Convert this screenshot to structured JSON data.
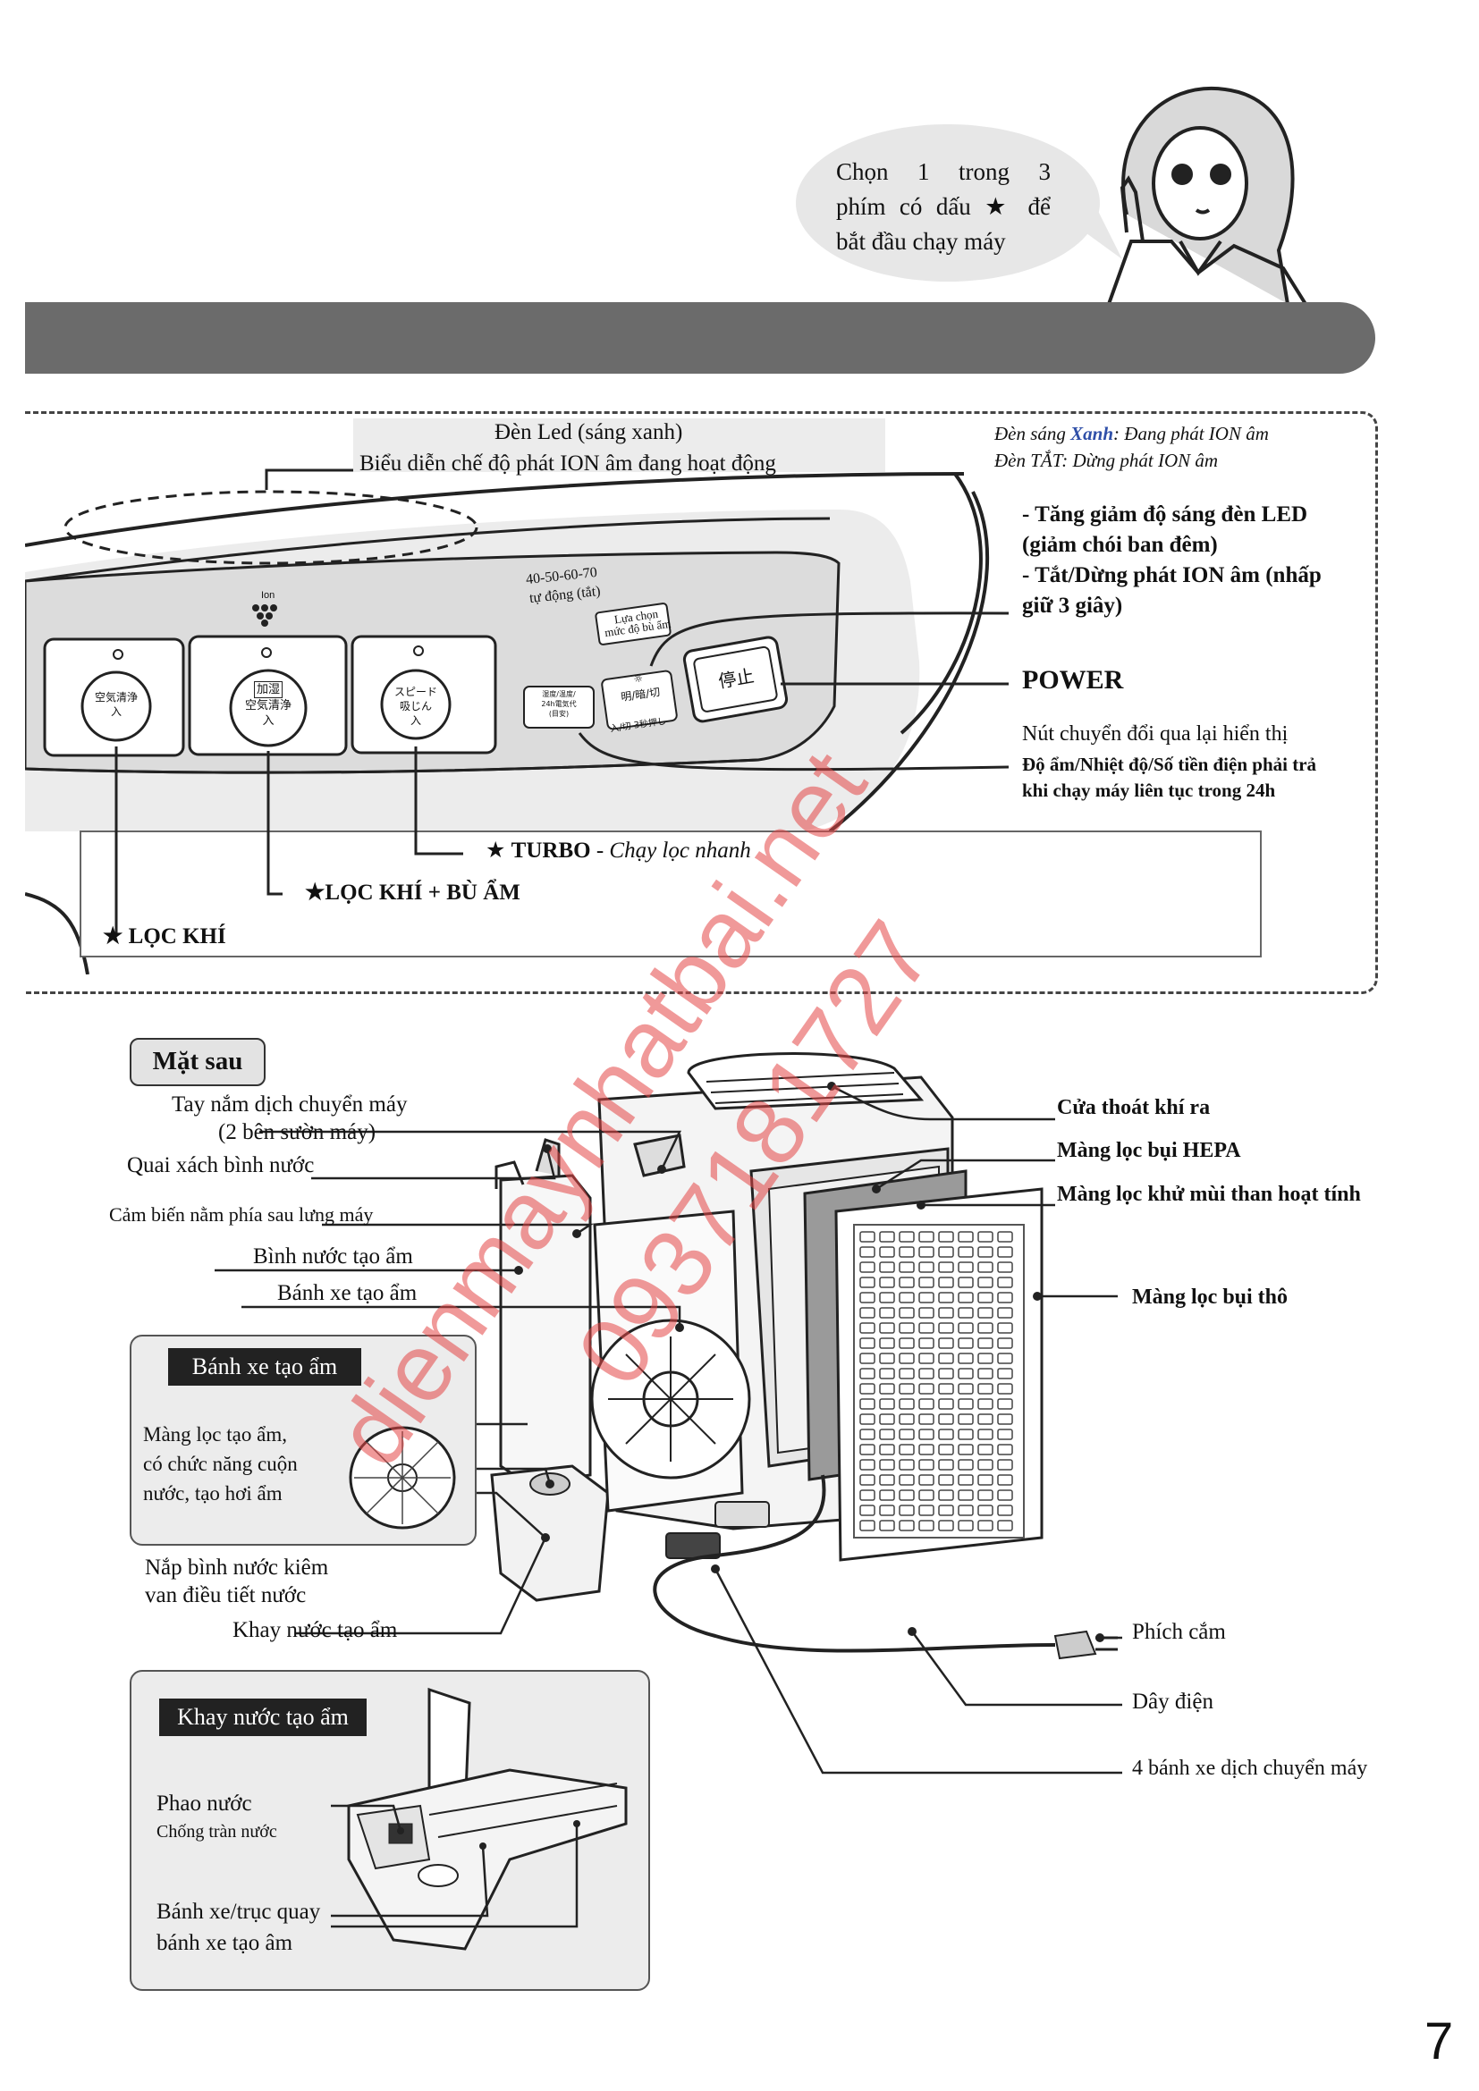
{
  "speech_bubble": {
    "line1": "Chọn 1 trong 3",
    "line2": "phím có dấu ★ để",
    "line3": "bắt đầu chạy máy"
  },
  "control_panel": {
    "led_label_line1": "Đèn Led (sáng xanh)",
    "led_label_line2": "Biểu diễn chế độ phát ION âm đang hoạt động",
    "ion_note_line1_prefix": "Đèn sáng ",
    "ion_note_line1_color": "Xanh",
    "ion_note_line1_suffix": ": Đang phát ION âm",
    "ion_note_line2": "Đèn TẮT: Dừng phát ION âm",
    "brightness_line1": "- Tăng giảm độ sáng đèn LED",
    "brightness_line2": "(giảm chói ban đêm)",
    "brightness_line3": "- Tắt/Dừng phát ION âm (nhấp",
    "brightness_line4": "giữ 3 giây)",
    "power_label": "POWER",
    "display_line1": "Nút chuyển đổi qua lại hiển thị",
    "display_line2": "Độ ẩm/Nhiệt độ/Số tiền điện phải trả",
    "display_line3": "khi chạy máy liên tục trong 24h",
    "humidity_values": "40-50-60-70",
    "humidity_auto": "tự động (tắt)",
    "humidity_select_line1": "Lựa chọn",
    "humidity_select_line2": "mức độ bù ẩm",
    "ion_symbol_label": "Ion",
    "btn1_jp_line1": "空気清浄",
    "btn1_jp_line2": "入",
    "btn2_jp_top": "加湿",
    "btn2_jp_line1": "空気清浄",
    "btn2_jp_line2": "入",
    "btn3_jp_line1": "スピード",
    "btn3_jp_line2": "吸じん",
    "btn3_jp_line3": "入",
    "display_btn_jp_line1": "湿度/温度/",
    "display_btn_jp_line2": "24h電気代",
    "display_btn_jp_line3": "(目安)",
    "bright_btn_jp": "明/暗/切",
    "bright_btn_sub": "入/切 3秒押し",
    "stop_btn_jp": "停止",
    "turbo_name": "TURBO",
    "turbo_desc": " - Chạy lọc nhanh",
    "loc_khi_bu_am": "LỌC KHÍ + BÙ ẨM",
    "loc_khi": "LỌC KHÍ",
    "star": "★"
  },
  "back_view": {
    "section_label": "Mặt sau",
    "left_labels": {
      "handle_line1": "Tay nắm dịch chuyển máy",
      "handle_line2": "(2 bên sườn máy)",
      "tank_handle": "Quai xách bình nước",
      "sensor": "Cảm biến nằm phía sau lưng máy",
      "water_tank": "Bình nước tạo ẩm",
      "humidify_wheel": "Bánh xe tạo ẩm",
      "tank_cap_line1": "Nắp bình nước kiêm",
      "tank_cap_line2": "van điều tiết nước",
      "water_tray": "Khay nước tạo ẩm"
    },
    "right_labels": {
      "air_outlet": "Cửa thoát khí ra",
      "hepa": "Màng lọc bụi HEPA",
      "carbon": "Màng lọc khử mùi than hoạt tính",
      "prefilter": "Màng lọc bụi thô",
      "plug": "Phích cắm",
      "cord": "Dây điện",
      "casters": "4 bánh xe dịch chuyển máy"
    },
    "wheel_box": {
      "title": "Bánh xe tạo ẩm",
      "line1": "Màng lọc tạo ẩm,",
      "line2": "có chức năng cuộn",
      "line3": "nước, tạo hơi ẩm"
    },
    "tray_box": {
      "title": "Khay nước tạo ẩm",
      "float_label": "Phao nước",
      "float_sub": "Chống tràn nước",
      "shaft_line1": "Bánh xe/trục quay",
      "shaft_line2": "bánh xe tạo âm"
    }
  },
  "watermark": {
    "line1": "dienmaynhatbai.net",
    "line2": "0937181727"
  },
  "page_number": "7",
  "colors": {
    "header_bar": "#6b6b6b",
    "panel_bg": "#efefef",
    "accent_blue": "#2f4fa8",
    "watermark": "#e44646"
  }
}
